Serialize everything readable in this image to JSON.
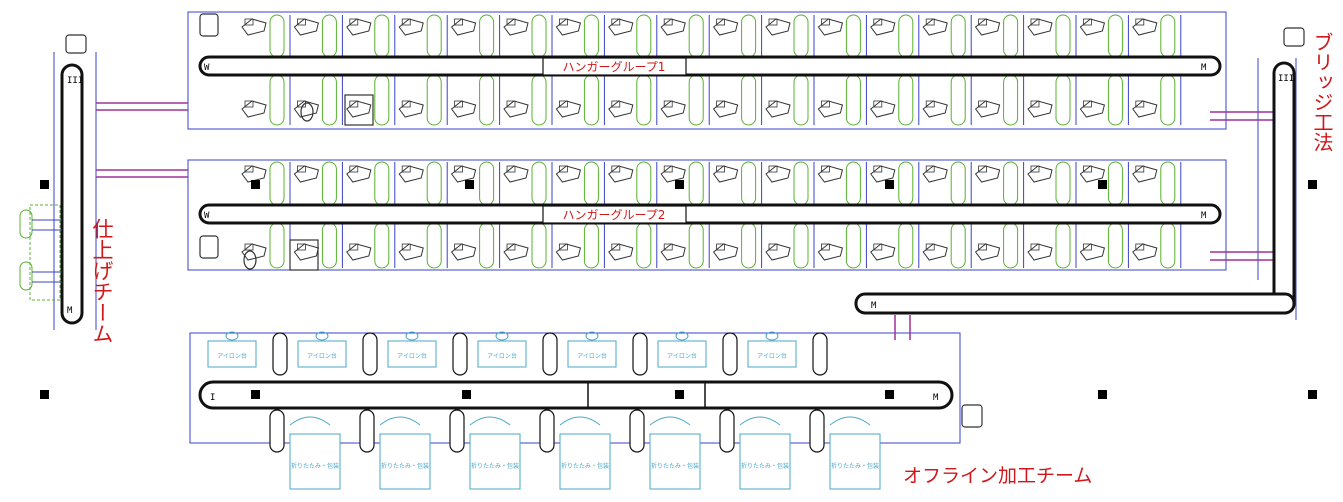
{
  "labels": {
    "hanger_group_1": "ハンガーグループ1",
    "hanger_group_2": "ハンガーグループ2",
    "finishing_team": "仕上げチーム",
    "bridge_method": "ブリッジ工法",
    "offline_team": "オフライン加工チーム"
  },
  "station_labels": {
    "iron_table": "アイロン台",
    "folding_packing": "折りたたみ・包装"
  },
  "rail_marks": {
    "end_w": "W",
    "end_m": "M",
    "end_i": "I",
    "end_iii": "III"
  },
  "colors": {
    "rail": "#111111",
    "frame": "#3a40c8",
    "link": "#a0309a",
    "station_green": "#58b030",
    "offline_cyan": "#4aa8c9",
    "label_red": "#d0181b"
  }
}
